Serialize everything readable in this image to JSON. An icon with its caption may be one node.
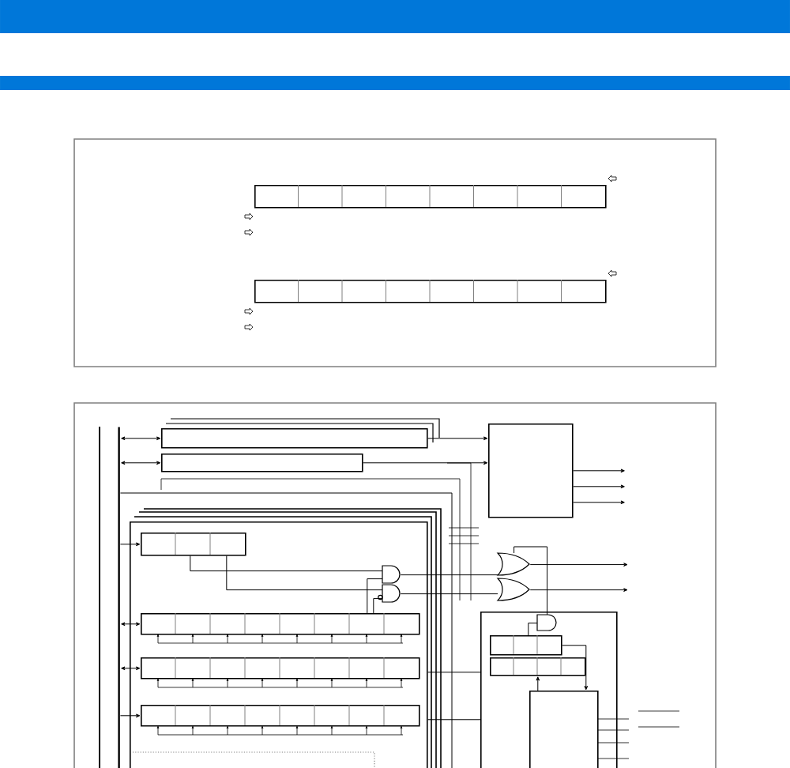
{
  "diagram": {
    "nodes": [
      {
        "text": [],
        "shape": "box"
      },
      {
        "text": [],
        "shape": "box"
      },
      {
        "text": [],
        "shape": "box"
      },
      {
        "text": [],
        "shape": "box"
      },
      {
        "text": [],
        "shape": "box"
      },
      {
        "text": [],
        "shape": "bar"
      },
      {
        "text": [],
        "shape": "box"
      },
      {
        "text": [],
        "shape": "box",
        "in": 6
      },
      {
        "text": [],
        "shape": "gate",
        "in": 6
      },
      {
        "text": [],
        "shape": "gate",
        "in": 6
      },
      {
        "text": [],
        "shape": "box",
        "in": 6
      },
      {
        "text": [],
        "shape": "box",
        "in": 6
      },
      {
        "text": [],
        "shape": "box",
        "in": 6
      },
      {
        "text": [],
        "shape": "gate"
      },
      {
        "text": [],
        "shape": "gate"
      },
      {
        "text": [],
        "shape": "box"
      },
      {
        "text": [],
        "shape": "gate",
        "in": 15
      },
      {
        "text": [],
        "shape": "box",
        "in": 15
      },
      {
        "text": [],
        "shape": "box",
        "in": 15
      },
      {
        "text": [],
        "shape": "box",
        "in": 15
      }
    ],
    "edges": [
      {
        "from": 5,
        "to": 2,
        "arrow": "both"
      },
      {
        "from": 5,
        "to": 3,
        "arrow": "both"
      },
      {
        "from": 5,
        "to": 7,
        "arrow": "to"
      },
      {
        "from": 5,
        "to": 10,
        "arrow": "both"
      },
      {
        "from": 5,
        "to": 11,
        "arrow": "both"
      },
      {
        "from": 5,
        "to": 12,
        "arrow": "to"
      },
      {
        "from": 2,
        "to": 4,
        "arrow": "to"
      },
      {
        "from": 3,
        "to": 4,
        "arrow": "to"
      },
      {
        "from": 17,
        "to": 19,
        "arrow": "to"
      },
      {
        "from": 19,
        "to": 18,
        "arrow": "to"
      },
      {
        "from": 4,
        "to": null,
        "arrow": "to"
      },
      {
        "from": 4,
        "to": null,
        "arrow": "to"
      },
      {
        "from": 4,
        "to": null,
        "arrow": "to"
      },
      {
        "from": 7,
        "to": 8,
        "arrow": "none"
      },
      {
        "from": 7,
        "to": 9,
        "arrow": "none"
      },
      {
        "from": 10,
        "to": 8,
        "arrow": "none"
      },
      {
        "from": 10,
        "to": 9,
        "arrow": "none"
      },
      {
        "from": 8,
        "to": 13,
        "arrow": "none"
      },
      {
        "from": 9,
        "to": 14,
        "arrow": "none"
      },
      {
        "from": 13,
        "to": 16,
        "arrow": "none"
      },
      {
        "from": 17,
        "to": 16,
        "arrow": "none"
      },
      {
        "from": 13,
        "to": null,
        "arrow": "to"
      },
      {
        "from": 14,
        "to": null,
        "arrow": "to"
      },
      {
        "from": 6,
        "to": 15,
        "arrow": "none"
      },
      {
        "from": 6,
        "to": 15,
        "arrow": "none"
      },
      {
        "from": 5,
        "to": null,
        "arrow": "none"
      }
    ]
  }
}
